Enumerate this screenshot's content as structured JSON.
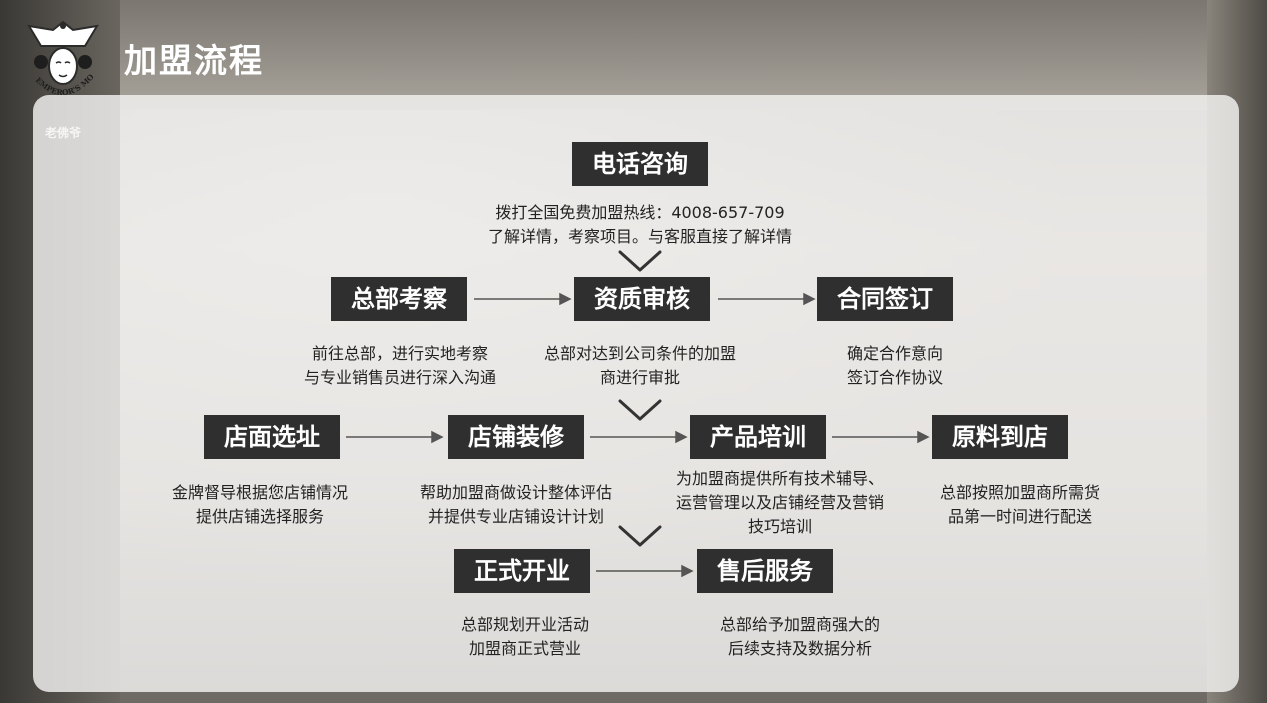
{
  "page": {
    "title": "加盟流程"
  },
  "logo": {
    "text": "老佛爷",
    "ring_text": "EMPEROR'S MOM"
  },
  "colors": {
    "step_bg": "#2f2f2f",
    "step_text": "#ffffff",
    "arrow": "#333333",
    "panel": "#f4f3f1"
  },
  "steps": {
    "phone": {
      "label": "电话咨询",
      "desc": [
        "拨打全国免费加盟热线：4008-657-709",
        "了解详情，考察项目。与客服直接了解详情"
      ]
    },
    "inspect": {
      "label": "总部考察",
      "desc": [
        "前往总部，进行实地考察",
        "与专业销售员进行深入沟通"
      ]
    },
    "review": {
      "label": "资质审核",
      "desc": [
        "总部对达到公司条件的加盟",
        "商进行审批"
      ]
    },
    "contract": {
      "label": "合同签订",
      "desc": [
        "确定合作意向",
        "签订合作协议"
      ]
    },
    "site": {
      "label": "店面选址",
      "desc": [
        "金牌督导根据您店铺情况",
        "提供店铺选择服务"
      ]
    },
    "decor": {
      "label": "店铺装修",
      "desc": [
        "帮助加盟商做设计整体评估",
        "并提供专业店铺设计计划"
      ]
    },
    "training": {
      "label": "产品培训",
      "desc": [
        "为加盟商提供所有技术辅导、",
        "运营管理以及店铺经营及营销",
        "技巧培训"
      ]
    },
    "supply": {
      "label": "原料到店",
      "desc": [
        "总部按照加盟商所需货",
        "品第一时间进行配送"
      ]
    },
    "opening": {
      "label": "正式开业",
      "desc": [
        "总部规划开业活动",
        "加盟商正式营业"
      ]
    },
    "aftersale": {
      "label": "售后服务",
      "desc": [
        "总部给予加盟商强大的",
        "后续支持及数据分析"
      ]
    }
  }
}
